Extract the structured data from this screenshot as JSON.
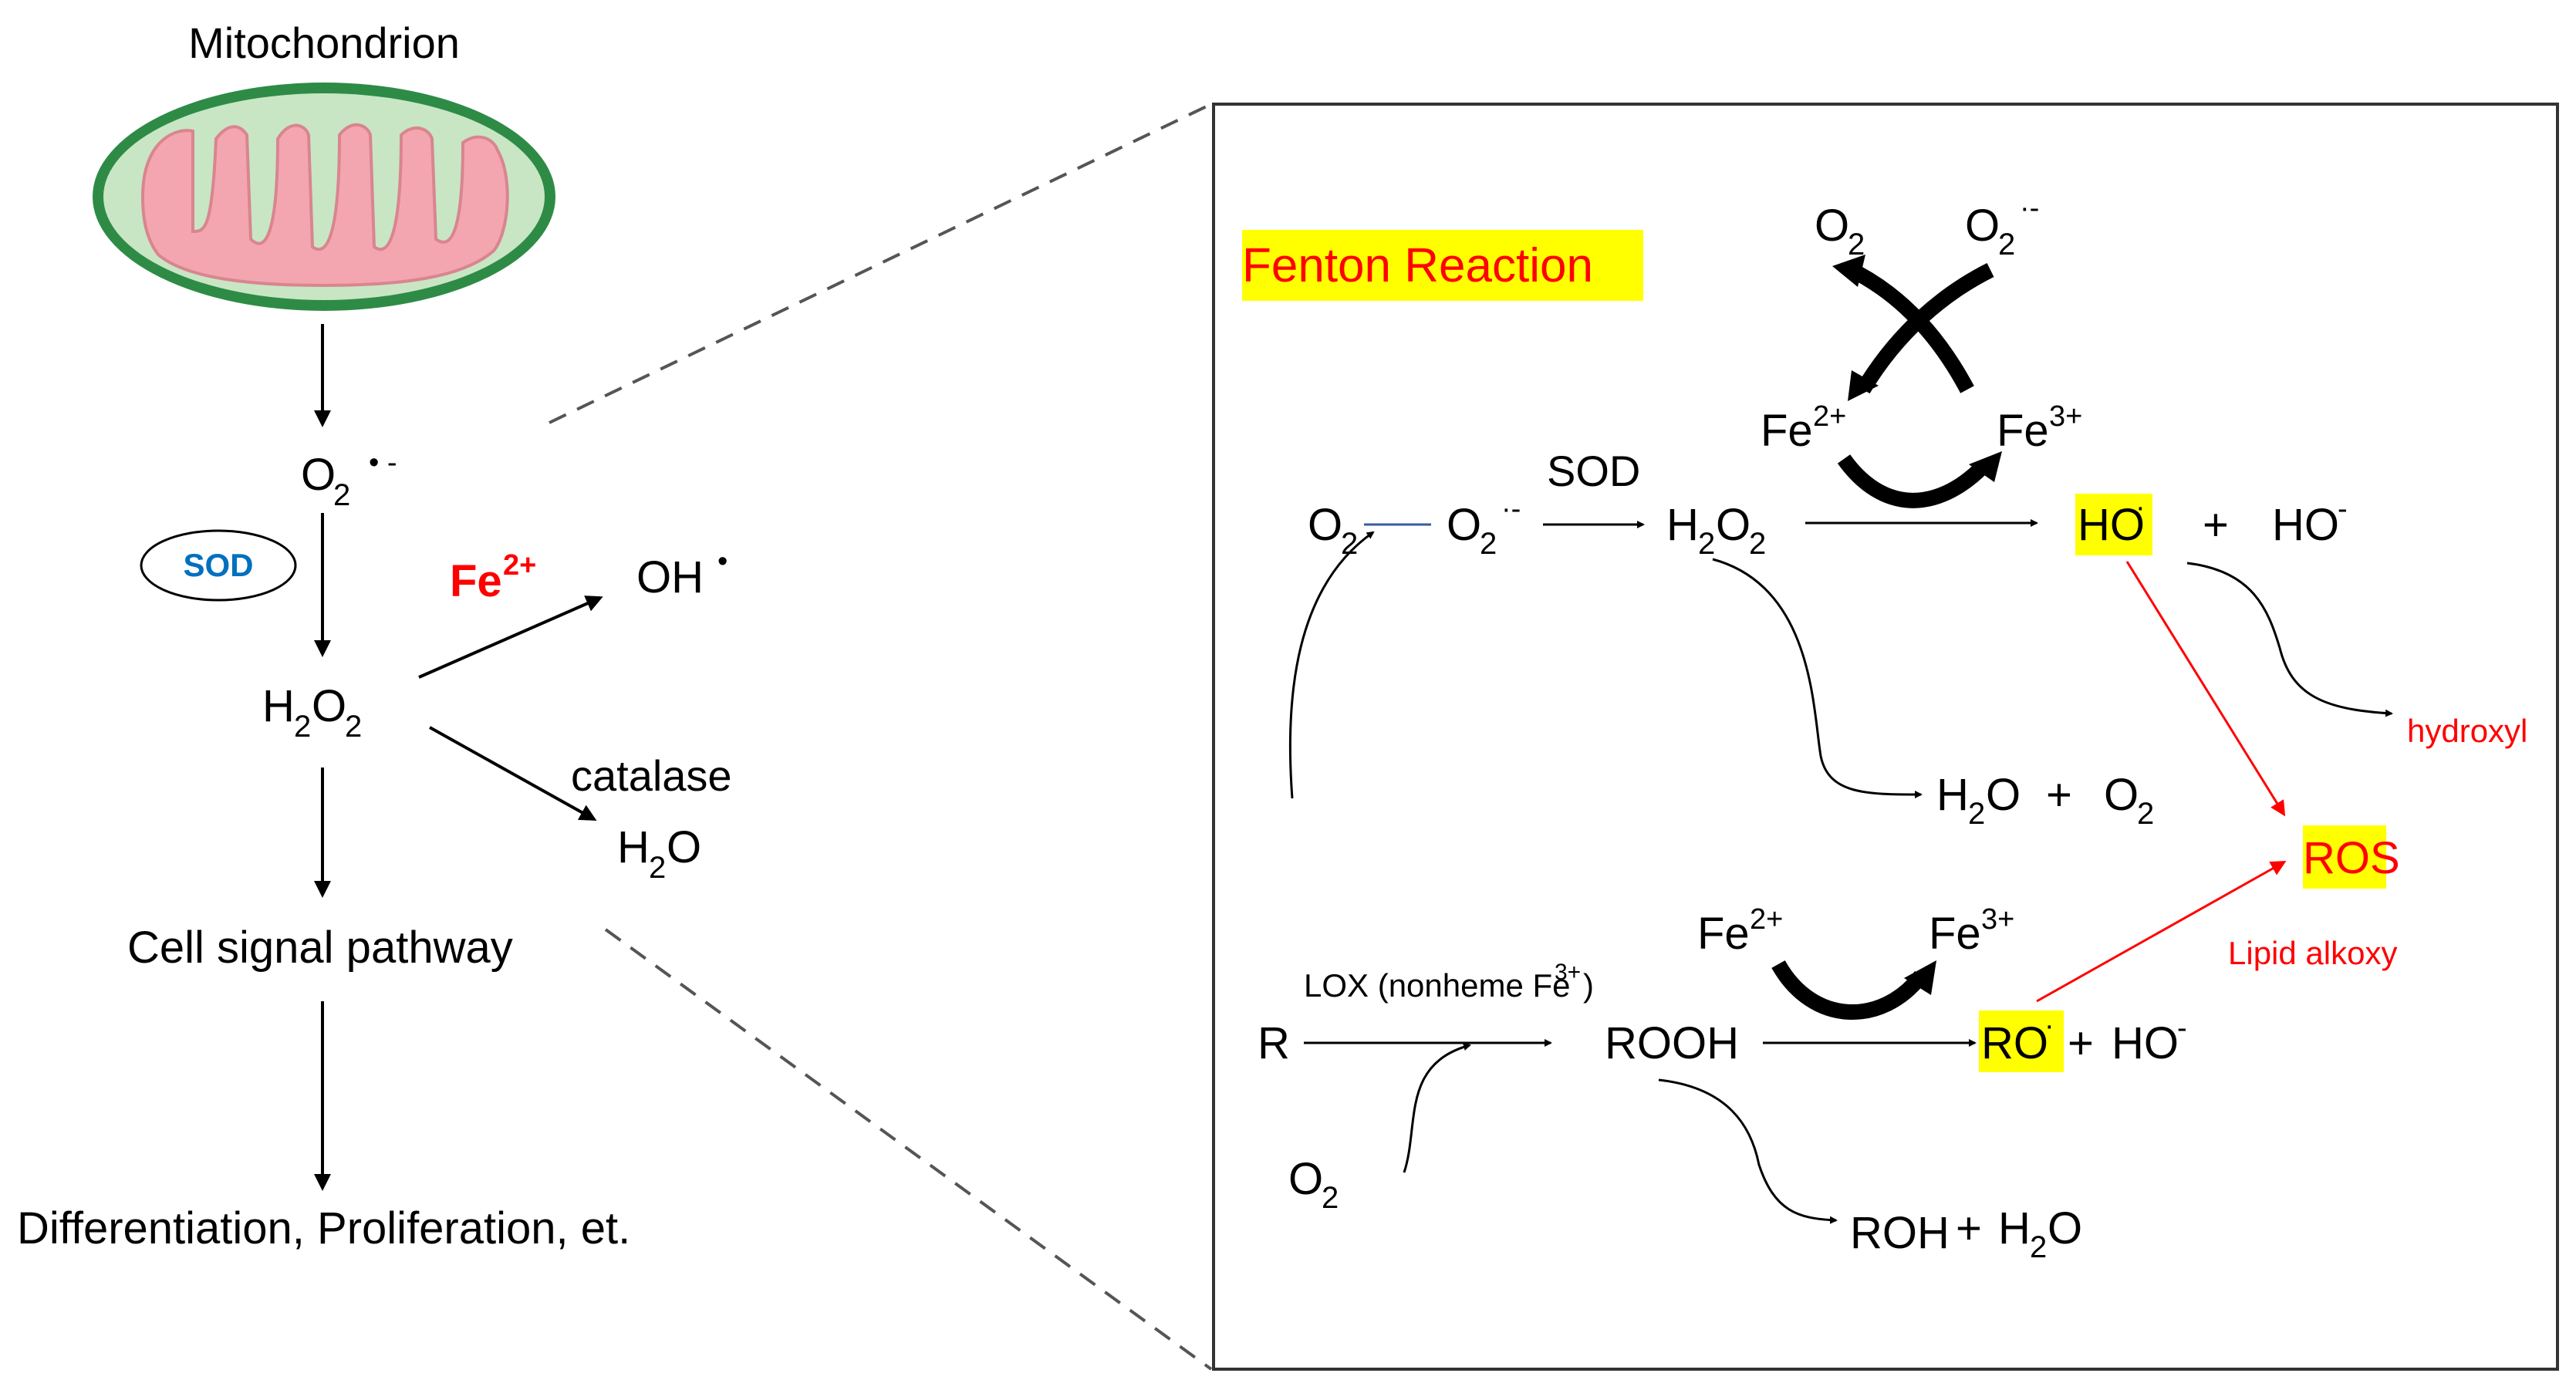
{
  "left": {
    "mitochondrion_label": "Mitochondrion",
    "superoxide": "O",
    "superoxide_sub": "2",
    "superoxide_sup": "• -",
    "sod": "SOD",
    "h2o2_h": "H",
    "h2o2_2a": "2",
    "h2o2_o": "O",
    "h2o2_2b": "2",
    "fe_main": "Fe",
    "fe_sup": "2+",
    "oh_radical": "OH",
    "oh_dot": "•",
    "catalase": "catalase",
    "water_h": "H",
    "water_2": "2",
    "water_o": "O",
    "cell_signal": "Cell signal pathway",
    "differentiation": "Differentiation, Proliferation, et."
  },
  "right": {
    "title": "Fenton Reaction",
    "cycle_o2": "O",
    "cycle_o2_sub": "2",
    "cycle_o2m": "O",
    "cycle_o2m_sub": "2",
    "cycle_o2m_sup": "·-",
    "cycle_fe2": "Fe",
    "cycle_fe2_sup": "2+",
    "cycle_fe3": "Fe",
    "cycle_fe3_sup": "3+",
    "o2": "O",
    "o2_sub": "2",
    "o2m": "O",
    "o2m_sub": "2",
    "o2m_sup": "·-",
    "sod": "SOD",
    "h2o2_h": "H",
    "h2o2_2a": "2",
    "h2o2_o": "O",
    "h2o2_2b": "2",
    "ho_radical": "HO",
    "ho_radical_sup": "·",
    "plus1": "+",
    "ho_anion": "HO",
    "ho_anion_sup": "-",
    "hydroxyl": "hydroxyl",
    "h2o_h": "H",
    "h2o_2": "2",
    "h2o_o": "O",
    "plus2": "+",
    "o2b": "O",
    "o2b_sub": "2",
    "ros": "ROS",
    "lower_fe2": "Fe",
    "lower_fe2_sup": "2+",
    "lower_fe3": "Fe",
    "lower_fe3_sup": "3+",
    "lipid_alkoxy": "Lipid alkoxy",
    "lox_main": "LOX (nonheme Fe",
    "lox_sup": "3+",
    "lox_close": ")",
    "r": "R",
    "rooh": "ROOH",
    "ro_radical": "RO",
    "ro_radical_sup": "·",
    "plus3": "+",
    "ho_anion2": "HO",
    "ho_anion2_sup": "-",
    "o2c": "O",
    "o2c_sub": "2",
    "roh": "ROH",
    "plus4": "+",
    "h2o2_w_h": "H",
    "h2o2_w_2": "2",
    "h2o2_w_o": "O"
  },
  "colors": {
    "highlight": "#ffff00",
    "red": "#ff0000",
    "sod_blue": "#0070c0",
    "mito_outer": "#2e8b46",
    "mito_inner": "#c8e6c4",
    "mito_cristae": "#f4a6b0"
  }
}
